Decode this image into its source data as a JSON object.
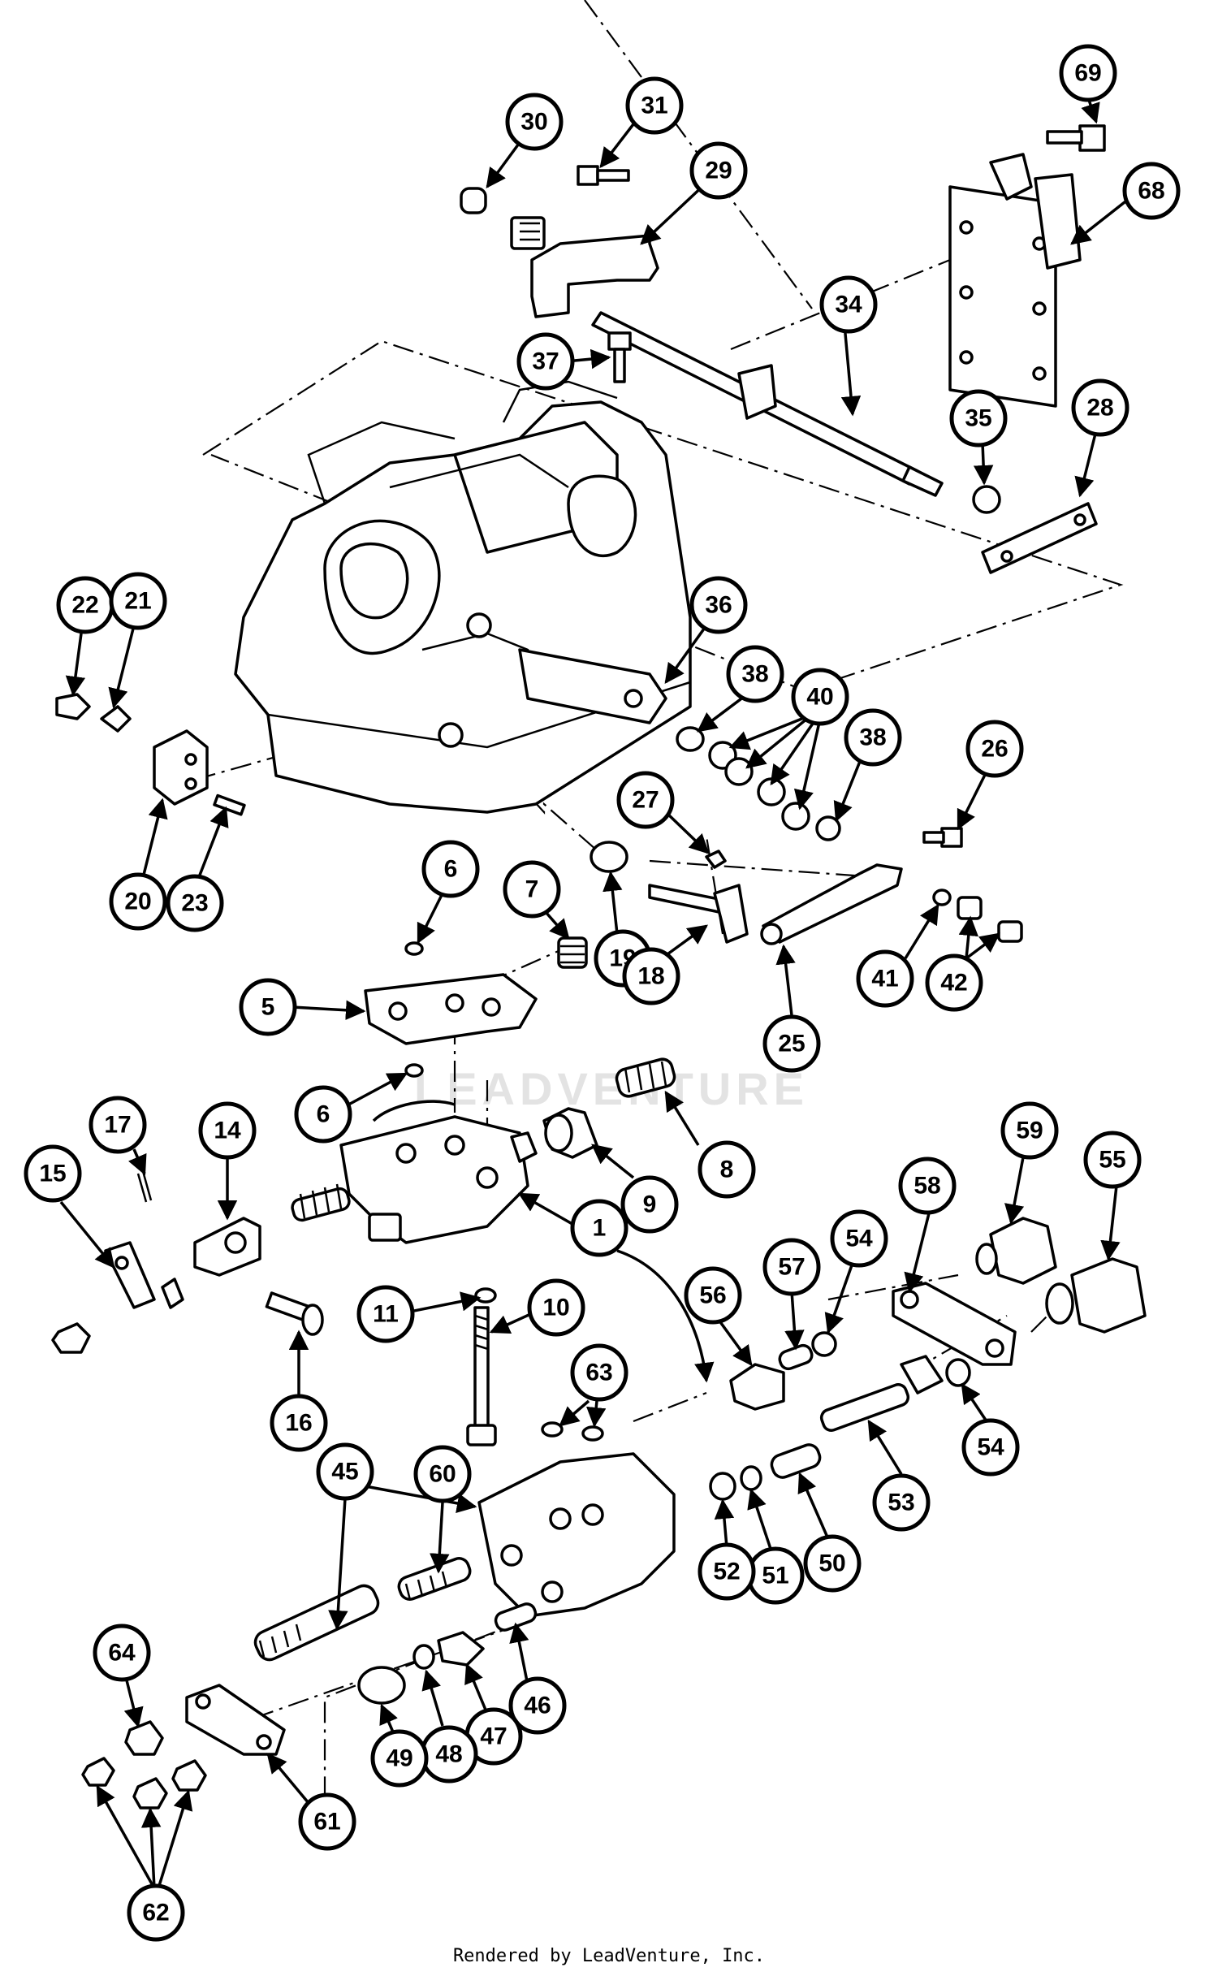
{
  "watermark": "LEADVENTURE",
  "footer": "Rendered by LeadVenture, Inc.",
  "callouts": [
    {
      "id": "c1",
      "label": "1"
    },
    {
      "id": "c5",
      "label": "5"
    },
    {
      "id": "c6a",
      "label": "6"
    },
    {
      "id": "c6b",
      "label": "6"
    },
    {
      "id": "c7",
      "label": "7"
    },
    {
      "id": "c8",
      "label": "8"
    },
    {
      "id": "c9",
      "label": "9"
    },
    {
      "id": "c10",
      "label": "10"
    },
    {
      "id": "c11",
      "label": "11"
    },
    {
      "id": "c14",
      "label": "14"
    },
    {
      "id": "c15",
      "label": "15"
    },
    {
      "id": "c16",
      "label": "16"
    },
    {
      "id": "c17",
      "label": "17"
    },
    {
      "id": "c18",
      "label": "18"
    },
    {
      "id": "c19",
      "label": "19"
    },
    {
      "id": "c20",
      "label": "20"
    },
    {
      "id": "c21",
      "label": "21"
    },
    {
      "id": "c22",
      "label": "22"
    },
    {
      "id": "c23",
      "label": "23"
    },
    {
      "id": "c25",
      "label": "25"
    },
    {
      "id": "c26",
      "label": "26"
    },
    {
      "id": "c27",
      "label": "27"
    },
    {
      "id": "c28",
      "label": "28"
    },
    {
      "id": "c29",
      "label": "29"
    },
    {
      "id": "c30",
      "label": "30"
    },
    {
      "id": "c31",
      "label": "31"
    },
    {
      "id": "c34",
      "label": "34"
    },
    {
      "id": "c35",
      "label": "35"
    },
    {
      "id": "c36",
      "label": "36"
    },
    {
      "id": "c37",
      "label": "37"
    },
    {
      "id": "c38a",
      "label": "38"
    },
    {
      "id": "c38b",
      "label": "38"
    },
    {
      "id": "c40",
      "label": "40"
    },
    {
      "id": "c41",
      "label": "41"
    },
    {
      "id": "c42",
      "label": "42"
    },
    {
      "id": "c45",
      "label": "45"
    },
    {
      "id": "c46",
      "label": "46"
    },
    {
      "id": "c47",
      "label": "47"
    },
    {
      "id": "c48",
      "label": "48"
    },
    {
      "id": "c49",
      "label": "49"
    },
    {
      "id": "c50",
      "label": "50"
    },
    {
      "id": "c51",
      "label": "51"
    },
    {
      "id": "c52",
      "label": "52"
    },
    {
      "id": "c53",
      "label": "53"
    },
    {
      "id": "c54a",
      "label": "54"
    },
    {
      "id": "c54b",
      "label": "54"
    },
    {
      "id": "c55",
      "label": "55"
    },
    {
      "id": "c56",
      "label": "56"
    },
    {
      "id": "c57",
      "label": "57"
    },
    {
      "id": "c58",
      "label": "58"
    },
    {
      "id": "c59",
      "label": "59"
    },
    {
      "id": "c60",
      "label": "60"
    },
    {
      "id": "c61",
      "label": "61"
    },
    {
      "id": "c62",
      "label": "62"
    },
    {
      "id": "c63",
      "label": "63"
    },
    {
      "id": "c64",
      "label": "64"
    },
    {
      "id": "c68",
      "label": "68"
    },
    {
      "id": "c69",
      "label": "69"
    }
  ]
}
